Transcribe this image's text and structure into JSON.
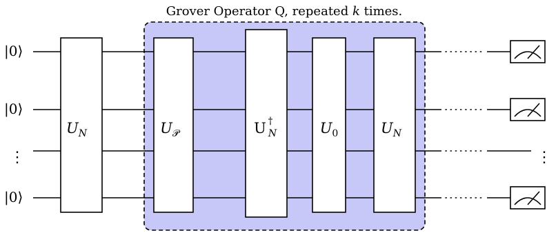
{
  "title": {
    "prefix": "Grover Operator Q, repeated ",
    "var": "k",
    "suffix": " times."
  },
  "inputs": {
    "ket_label": "|0⟩",
    "dots_label": "⋮"
  },
  "gates": {
    "un_first": {
      "main": "U",
      "sub": "N"
    },
    "up": {
      "main": "U",
      "sub": "𝒫"
    },
    "un_dagger": {
      "main": "U",
      "sup": "†",
      "sub": "N"
    },
    "u0": {
      "main": "U",
      "sub": "0"
    },
    "un_last": {
      "main": "U",
      "sub": "N"
    }
  },
  "output_dots_label": "⋮",
  "colors": {
    "region_fill": "#c8c8f8",
    "line": "#000000"
  },
  "icons": {
    "measurement": "meter-icon"
  }
}
